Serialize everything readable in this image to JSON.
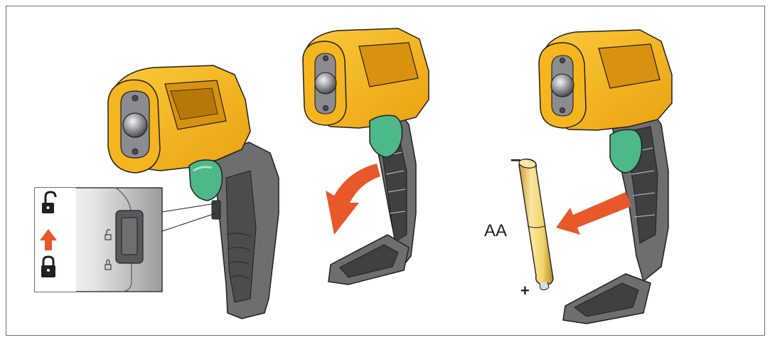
{
  "figure": {
    "step1": {
      "inset": {
        "unlocked_icon": "open-padlock",
        "locked_icon": "closed-padlock",
        "arrow_direction": "up",
        "arrow_color": "#e8582b"
      }
    },
    "step2": {
      "arrow_direction": "curved-down",
      "arrow_color": "#e8582b"
    },
    "step3": {
      "battery": {
        "label": "AA",
        "minus_sign": "–",
        "plus_sign": "+",
        "color": "#f2d36b"
      },
      "arrow_color": "#e8582b"
    },
    "colors": {
      "body_yellow": "#f5b51e",
      "grip_gray": "#6d6e70",
      "trigger_green": "#4db888",
      "outline": "#231f20"
    }
  }
}
